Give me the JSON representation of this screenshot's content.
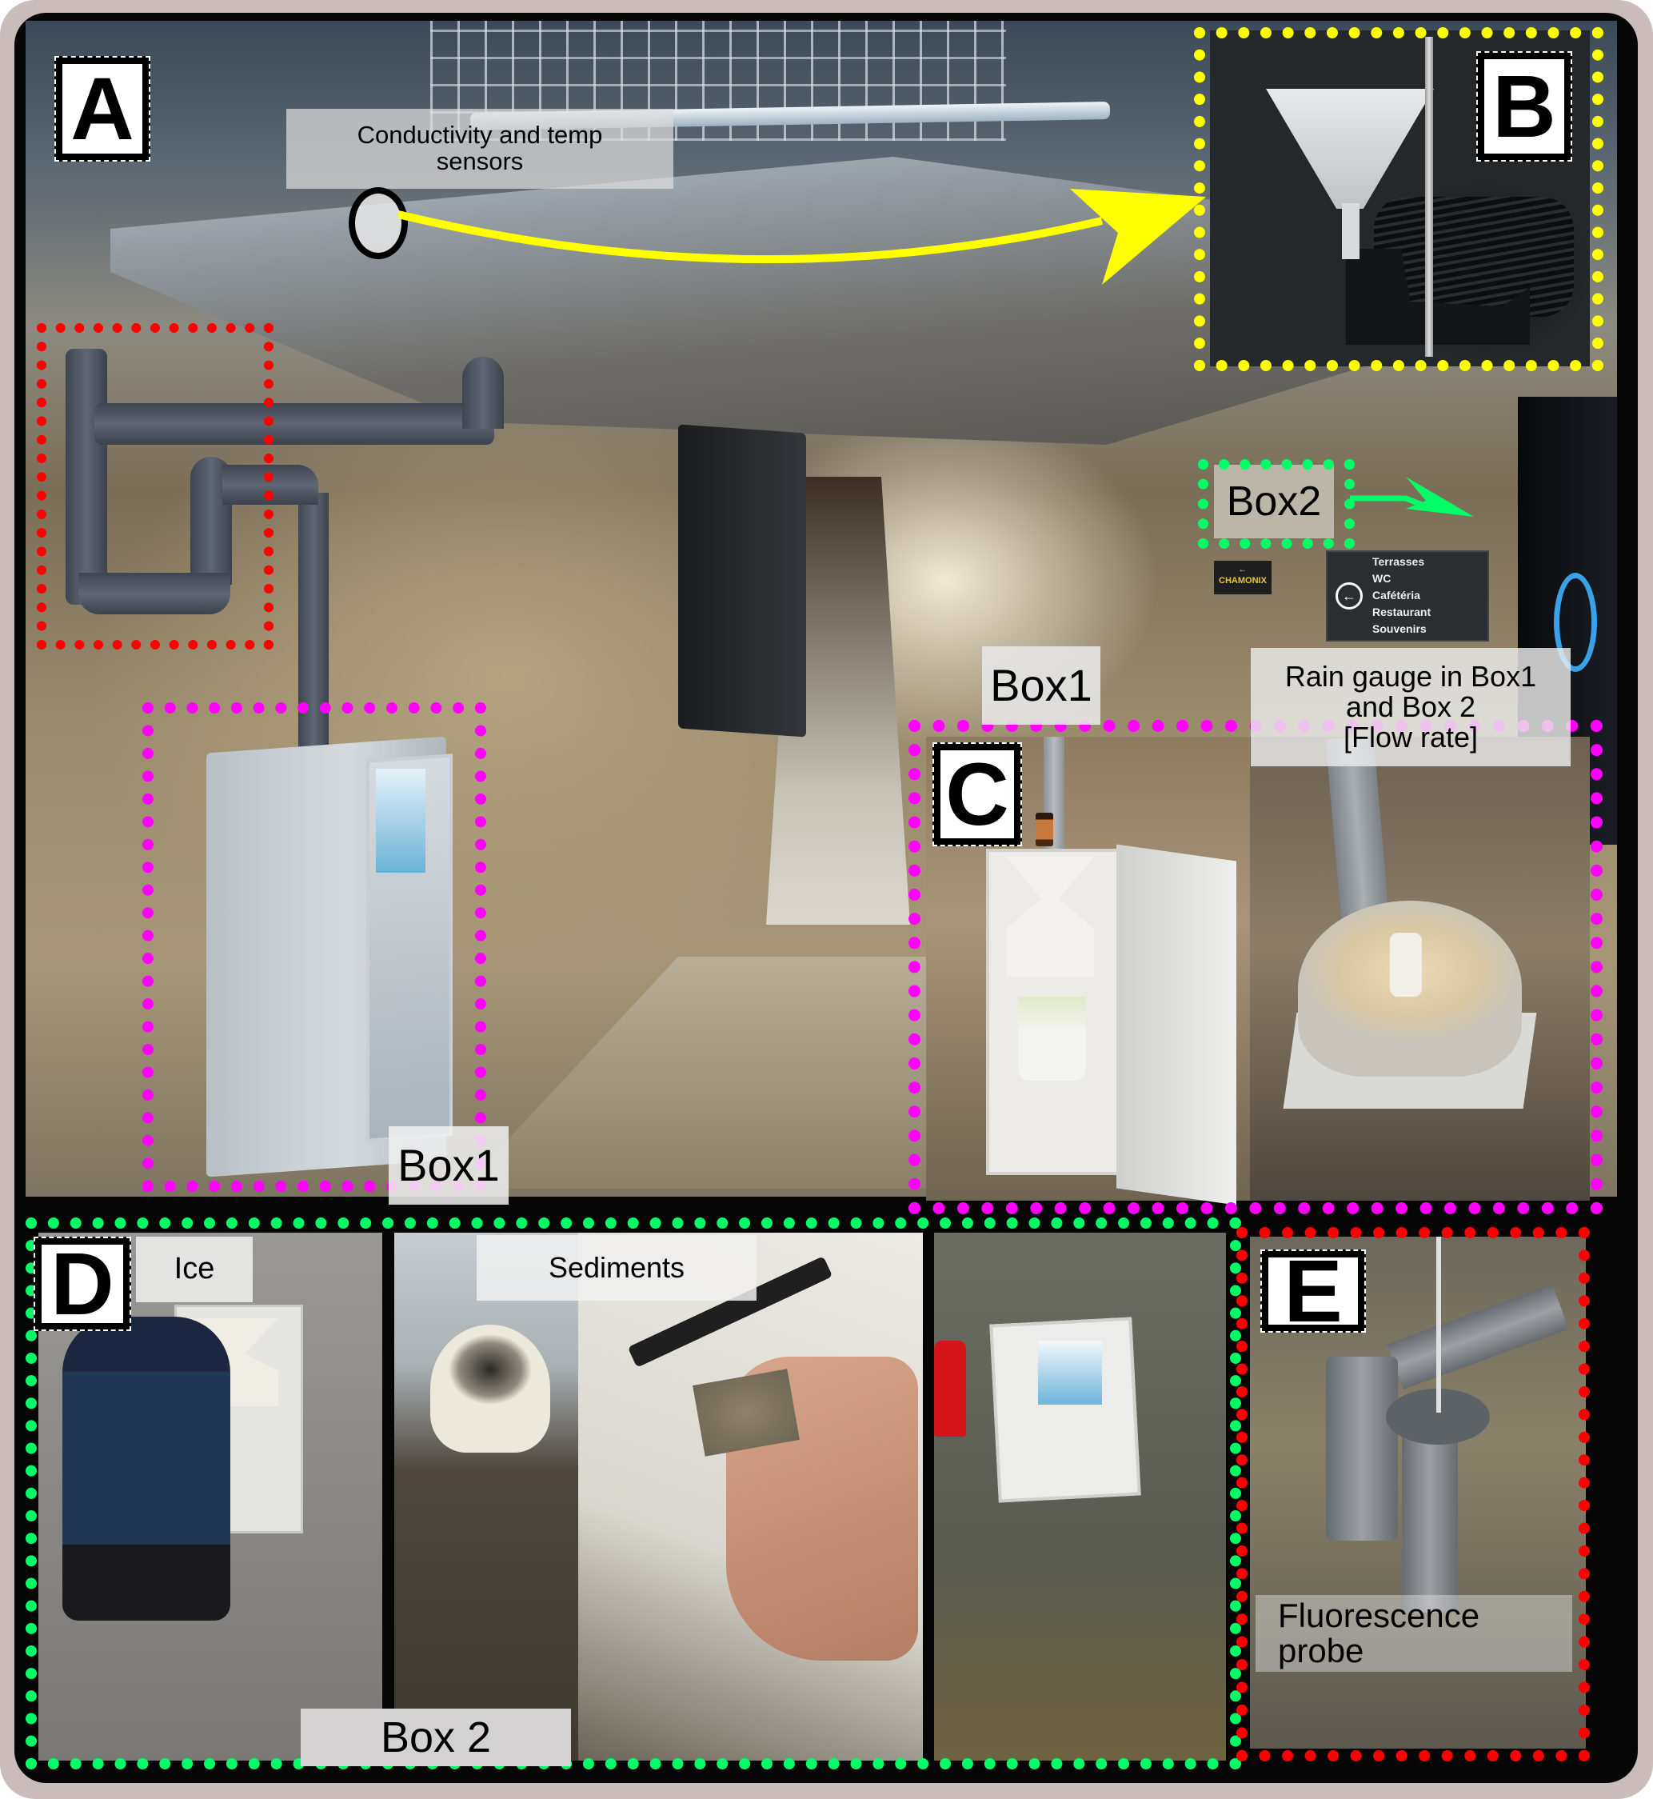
{
  "figure": {
    "panels": [
      {
        "letter": "A",
        "description_label": "Conductivity and temp sensors"
      },
      {
        "letter": "B"
      },
      {
        "letter": "C"
      },
      {
        "letter": "D"
      },
      {
        "letter": "E"
      }
    ],
    "labels": {
      "sensors": "Conductivity and temp\nsensors",
      "sensors_line1": "Conductivity and temp",
      "sensors_line2": "sensors",
      "box1_main": "Box1",
      "box2_main": "Box2",
      "box1_c": "Box1",
      "rain_gauge_line1": "Rain gauge in Box1",
      "rain_gauge_line2": "and Box 2",
      "rain_gauge_line3": "[Flow rate]",
      "ice": "Ice",
      "sediments": "Sediments",
      "box2_bottom": "Box 2",
      "fluorescence_line1": "Fluorescence",
      "fluorescence_line2": "probe"
    },
    "signage": {
      "chamonix": "CHAMONIX",
      "directions": [
        "Terrasses",
        "WC",
        "Cafétéria",
        "Restaurant",
        "Souvenirs"
      ]
    },
    "colors": {
      "frame": "#cbbcbc",
      "background": "#070606",
      "yellow_highlight": "#ffff00",
      "magenta_highlight": "#ff00ff",
      "green_highlight": "#00ff66",
      "red_highlight": "#ff0000",
      "label_box": "#ebebeb"
    }
  }
}
